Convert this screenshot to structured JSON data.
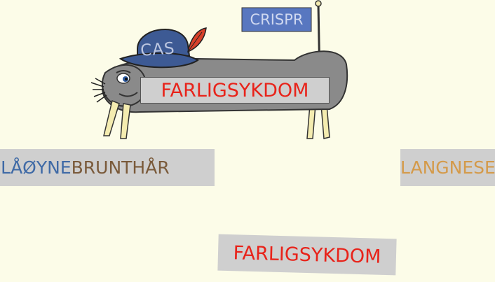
{
  "walrus": {
    "helmet_text": "CAS",
    "flag_text": "CRISPR",
    "body_label": "FARLIGSYKDOM"
  },
  "tiles": {
    "eyes_part": "BLÅØYNE",
    "hair_part": "BRUNTHÅR",
    "long_nose": "LANGNESE",
    "disease": "FARLIGSYKDOM"
  },
  "colors": {
    "background": "#fcfce8",
    "tile_gray": "#cfcfcf",
    "disease_red": "#e8231a",
    "blue_text": "#3f6aa6",
    "brown_text": "#7a5a3a",
    "tan_text": "#d49a4a",
    "walrus_body": "#8a8a8a",
    "helmet_blue": "#3d5a94",
    "flag_blue": "#5877c0",
    "tusk_yellow": "#f4ecb0"
  }
}
